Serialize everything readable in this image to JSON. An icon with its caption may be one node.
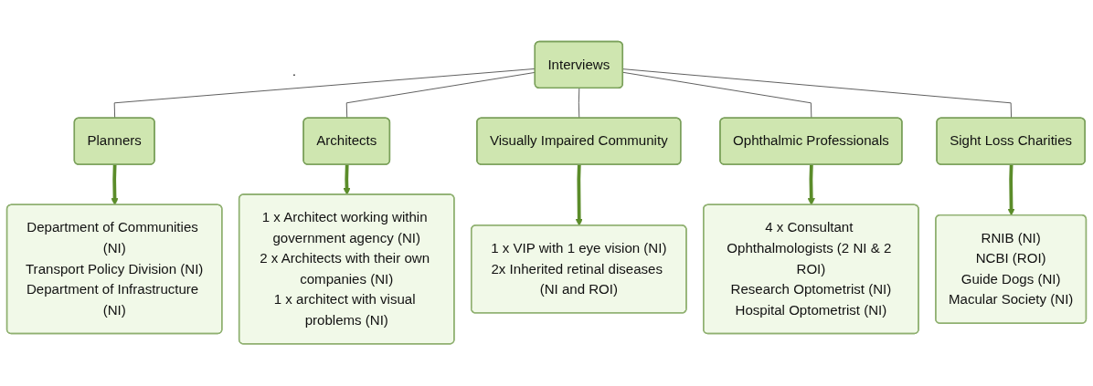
{
  "diagram": {
    "nodes": [
      {
        "text": [
          "Interviews"
        ]
      },
      {
        "text": [
          "Planners"
        ]
      },
      {
        "text": [
          "Architects"
        ]
      },
      {
        "text": [
          "Visually Impaired Community"
        ]
      },
      {
        "text": [
          "Ophthalmic Professionals"
        ]
      },
      {
        "text": [
          "Sight Loss Charities"
        ]
      },
      {
        "text": [
          "Department of Communities (NI)",
          "Transport Policy Division (NI)",
          "Department of Infrastructure (NI)"
        ]
      },
      {
        "text": [
          "1 x Architect working within government agency (NI)",
          "2 x Architects with their own companies (NI)",
          "1 x architect with visual problems (NI)"
        ]
      },
      {
        "text": [
          "1 x VIP with 1 eye vision (NI)",
          "2x Inherited retinal diseases (NI and ROI)"
        ]
      },
      {
        "text": [
          "4 x Consultant Ophthalmologists (2 NI & 2 ROI)",
          "Research Optometrist (NI)",
          "Hospital Optometrist (NI)"
        ]
      },
      {
        "text": [
          "RNIB (NI)",
          "NCBI (ROI)",
          "Guide Dogs (NI)",
          "Macular Society (NI)"
        ]
      }
    ],
    "edges": [
      {
        "from": 0,
        "to": 1,
        "arrow": "none"
      },
      {
        "from": 0,
        "to": 2,
        "arrow": "none"
      },
      {
        "from": 0,
        "to": 3,
        "arrow": "none"
      },
      {
        "from": 0,
        "to": 4,
        "arrow": "none"
      },
      {
        "from": 0,
        "to": 5,
        "arrow": "none"
      },
      {
        "from": 1,
        "to": 6,
        "arrow": "to",
        "style": "thick",
        "color": "#5b8c2a"
      },
      {
        "from": 2,
        "to": 7,
        "arrow": "to",
        "style": "thick",
        "color": "#5b8c2a"
      },
      {
        "from": 3,
        "to": 8,
        "arrow": "to",
        "style": "thick",
        "color": "#5b8c2a"
      },
      {
        "from": 4,
        "to": 9,
        "arrow": "to",
        "style": "thick",
        "color": "#5b8c2a"
      },
      {
        "from": 5,
        "to": 10,
        "arrow": "to",
        "style": "thick",
        "color": "#5b8c2a"
      }
    ],
    "labels": [
      "."
    ]
  }
}
